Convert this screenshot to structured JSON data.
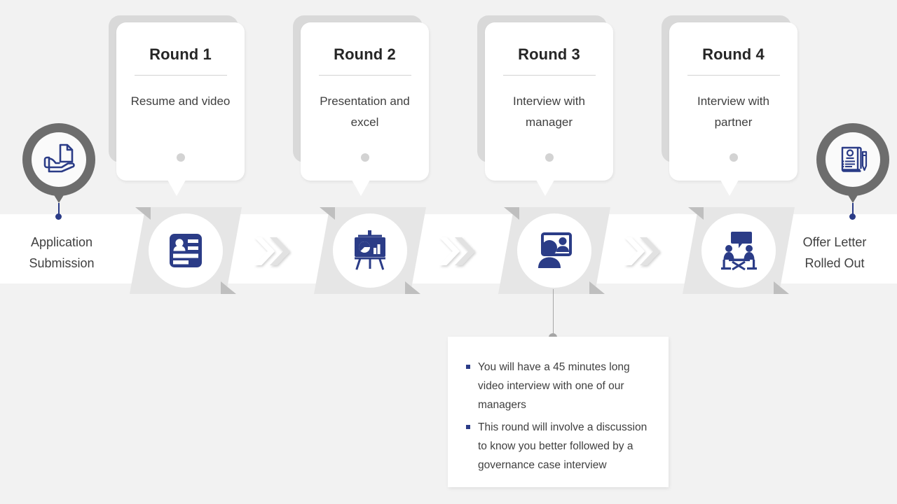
{
  "theme": {
    "page_bg": "#f2f2f2",
    "band_bg": "#ffffff",
    "ribbon_fill": "#e6e6e6",
    "ribbon_fold": "#bfbfbf",
    "accent_blue": "#2b3c87",
    "pin_gray": "#6d6d6d",
    "text_gray": "#3f3f3f",
    "title_gray": "#262626",
    "dot_gray": "#d3d3d3",
    "card_back_gray": "#d9d9d9"
  },
  "start": {
    "label": "Application\nSubmission",
    "label_line1": "Application",
    "label_line2": "Submission",
    "icon": "hand-holding-document-icon"
  },
  "end": {
    "label_line1": "Offer Letter",
    "label_line2": "Rolled Out",
    "icon": "document-with-pen-icon"
  },
  "rounds": [
    {
      "title": "Round 1",
      "subtitle": "Resume and video",
      "icon": "id-card-icon"
    },
    {
      "title": "Round 2",
      "subtitle": "Presentation and excel",
      "icon": "presentation-board-icon"
    },
    {
      "title": "Round 3",
      "subtitle": "Interview with manager",
      "icon": "video-interview-icon"
    },
    {
      "title": "Round 4",
      "subtitle": "Interview with partner",
      "icon": "table-discussion-icon"
    }
  ],
  "separators": [
    {
      "icon": "double-chevron-right-icon"
    },
    {
      "icon": "double-chevron-right-icon"
    },
    {
      "icon": "double-chevron-right-icon"
    }
  ],
  "callout": {
    "attached_to": "Round 3",
    "bullets": [
      "You will have a 45 minutes long video interview with one of our managers",
      "This round will involve a discussion to know you better followed by a governance case interview"
    ]
  }
}
